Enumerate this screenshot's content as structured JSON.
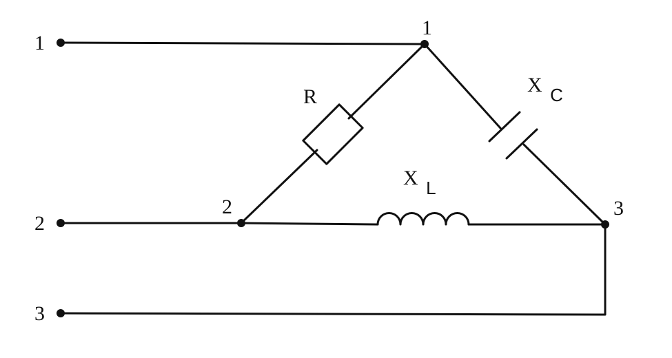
{
  "terminals": {
    "t1": "1",
    "t2": "2",
    "t3": "3"
  },
  "nodes": {
    "n1": "1",
    "n2": "2",
    "n3": "3"
  },
  "components": {
    "resistor": {
      "symbol": "R"
    },
    "capacitor": {
      "symbol": "X",
      "subscript": "C"
    },
    "inductor": {
      "symbol": "X",
      "subscript": "L"
    }
  },
  "colors": {
    "line": "#111111",
    "background": "#ffffff"
  }
}
